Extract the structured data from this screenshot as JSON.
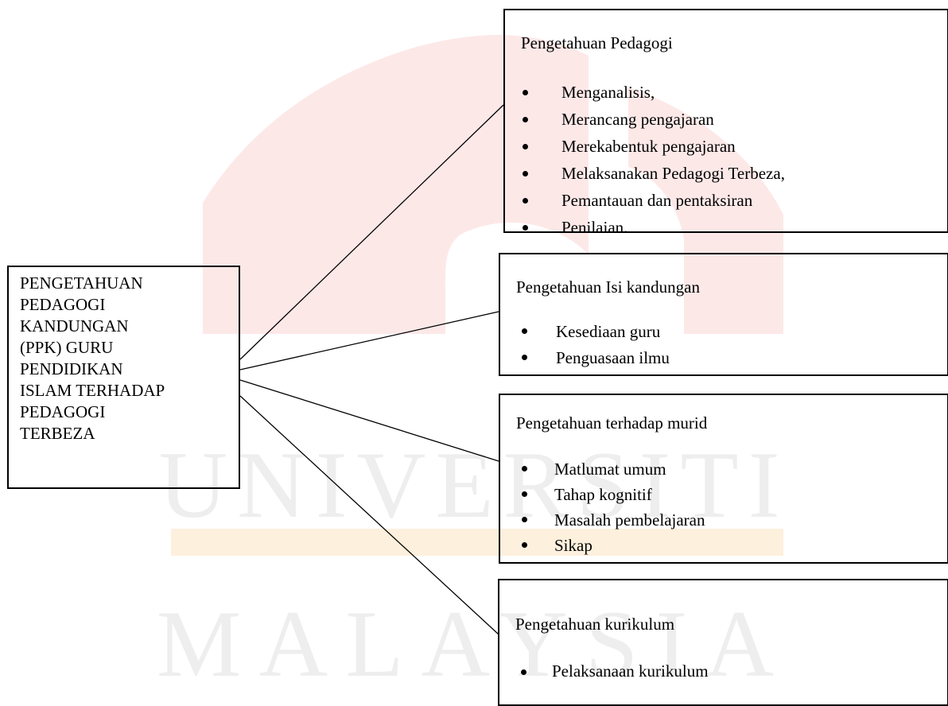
{
  "watermark": {
    "line1": "UNIVERSITI",
    "line2": "MALAYSIA",
    "colors": {
      "red": "#fde8e8",
      "orange": "#fdf0dd",
      "gray": "#eeeeee"
    }
  },
  "main": {
    "lines": [
      "PENGETAHUAN",
      "PEDAGOGI",
      "KANDUNGAN",
      "(PPK) GURU",
      "PENDIDIKAN",
      "ISLAM TERHADAP",
      "PEDAGOGI",
      "TERBEZA"
    ]
  },
  "branches": [
    {
      "title": "Pengetahuan Pedagogi",
      "items": [
        "Menganalisis,",
        "Merancang pengajaran",
        "Merekabentuk pengajaran",
        "Melaksanakan Pedagogi Terbeza,",
        "Pemantauan dan pentaksiran",
        "Penilaian."
      ]
    },
    {
      "title": "Pengetahuan Isi kandungan",
      "items": [
        "Kesediaan guru",
        "Penguasaan ilmu"
      ]
    },
    {
      "title": "Pengetahuan terhadap murid",
      "items": [
        "Matlumat umum",
        "Tahap kognitif",
        "Masalah pembelajaran",
        "Sikap"
      ]
    },
    {
      "title": "Pengetahuan kurikulum",
      "items": [
        "Pelaksanaan kurikulum"
      ]
    }
  ]
}
